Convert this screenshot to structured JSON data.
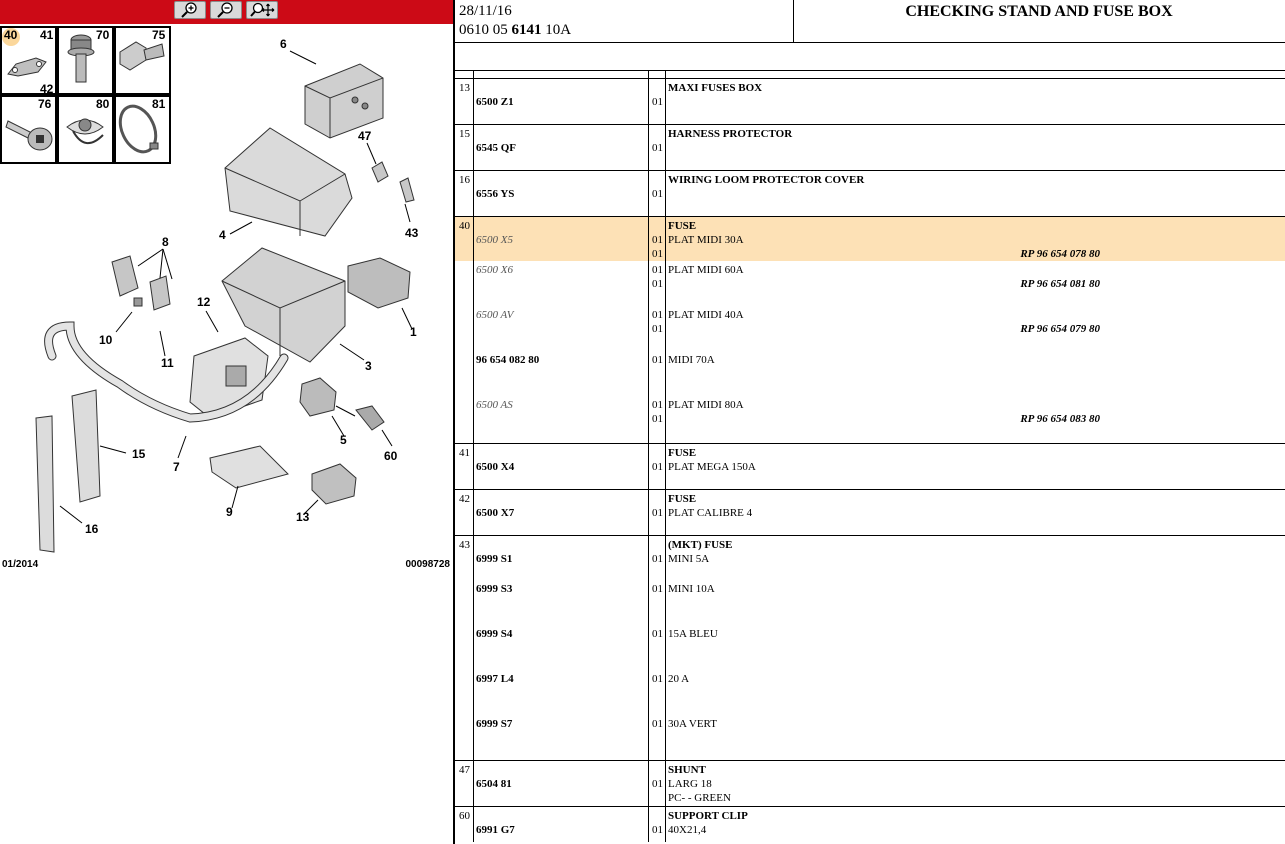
{
  "toolbar": {
    "buttons": [
      {
        "name": "zoom-in-button",
        "icon": "zoom-in-icon"
      },
      {
        "name": "zoom-out-button",
        "icon": "zoom-out-icon"
      },
      {
        "name": "zoom-fit-button",
        "icon": "zoom-pan-icon"
      }
    ],
    "color": "#cc0a16"
  },
  "thumbnails": [
    {
      "label": "40",
      "label2": "41",
      "label3": "42",
      "selected": true
    },
    {
      "label": "70"
    },
    {
      "label": "75"
    },
    {
      "label": "76"
    },
    {
      "label": "80"
    },
    {
      "label": "81"
    }
  ],
  "diagram": {
    "callouts": [
      "6",
      "47",
      "4",
      "43",
      "8",
      "12",
      "10",
      "11",
      "1",
      "3",
      "15",
      "7",
      "5",
      "60",
      "9",
      "13",
      "16"
    ],
    "footer_date": "01/2014",
    "footer_ref": "00098728"
  },
  "header": {
    "date": "28/11/16",
    "code_prefix": "0610 05 ",
    "code_bold": "6141",
    "code_suffix": " 10A",
    "title": "CHECKING STAND AND FUSE BOX"
  },
  "rows": [
    {
      "num": "13",
      "lines": [
        {
          "pn": "6500 Z1",
          "qty": "01",
          "desc": "MAXI FUSES BOX",
          "desc_bold": true
        }
      ]
    },
    {
      "num": "15",
      "lines": [
        {
          "pn": "6545 QF",
          "qty": "01",
          "desc": "HARNESS PROTECTOR",
          "desc_bold": true
        }
      ]
    },
    {
      "num": "16",
      "lines": [
        {
          "pn": "6556 YS",
          "qty": "01",
          "desc": "WIRING LOOM PROTECTOR COVER",
          "desc_bold": true
        }
      ]
    },
    {
      "num": "40",
      "highlight": true,
      "lines": [
        {
          "pn": "6500 X5",
          "italic": true,
          "qty": "01",
          "heading": "FUSE",
          "desc": "PLAT MIDI 30A",
          "rp": "RP 96 654 078 80",
          "rp_qty": "01"
        }
      ]
    },
    {
      "num": "",
      "lines": [
        {
          "pn": "6500 X6",
          "italic": true,
          "qty": "01",
          "desc": "PLAT MIDI 60A",
          "rp": "RP 96 654 081 80",
          "rp_qty": "01"
        }
      ]
    },
    {
      "num": "",
      "lines": [
        {
          "pn": "6500 AV",
          "italic": true,
          "qty": "01",
          "desc": "PLAT MIDI 40A",
          "rp": "RP 96 654 079 80",
          "rp_qty": "01"
        }
      ]
    },
    {
      "num": "",
      "lines": [
        {
          "pn": "96 654 082 80",
          "qty": "01",
          "desc": "MIDI 70A"
        }
      ]
    },
    {
      "num": "",
      "lines": [
        {
          "pn": "6500 AS",
          "italic": true,
          "qty": "01",
          "desc": "PLAT MIDI 80A",
          "rp": "RP 96 654 083 80",
          "rp_qty": "01"
        }
      ]
    },
    {
      "num": "41",
      "lines": [
        {
          "pn": "6500 X4",
          "qty": "01",
          "heading": "FUSE",
          "desc": "PLAT MEGA 150A"
        }
      ]
    },
    {
      "num": "42",
      "lines": [
        {
          "pn": "6500 X7",
          "qty": "01",
          "heading": "FUSE",
          "desc": "PLAT CALIBRE 4"
        }
      ]
    },
    {
      "num": "43",
      "lines": [
        {
          "pn": "6999 S1",
          "qty": "01",
          "heading": "(MKT) FUSE",
          "desc": "MINI 5A"
        }
      ]
    },
    {
      "num": "",
      "lines": [
        {
          "pn": "6999 S3",
          "qty": "01",
          "desc": "MINI 10A"
        }
      ]
    },
    {
      "num": "",
      "lines": [
        {
          "pn": "6999 S4",
          "qty": "01",
          "desc": "15A BLEU"
        }
      ]
    },
    {
      "num": "",
      "lines": [
        {
          "pn": "6997 L4",
          "qty": "01",
          "desc": "20 A"
        }
      ]
    },
    {
      "num": "",
      "lines": [
        {
          "pn": "6999 S7",
          "qty": "01",
          "desc": "30A VERT"
        }
      ]
    },
    {
      "num": "47",
      "lines": [
        {
          "pn": "6504 81",
          "qty": "01",
          "heading": "SHUNT",
          "desc": "LARG 18",
          "desc2": "PC- - GREEN"
        }
      ]
    },
    {
      "num": "60",
      "lines": [
        {
          "pn": "6991 G7",
          "qty": "01",
          "heading": "SUPPORT CLIP",
          "desc": "40X21,4"
        }
      ]
    }
  ]
}
